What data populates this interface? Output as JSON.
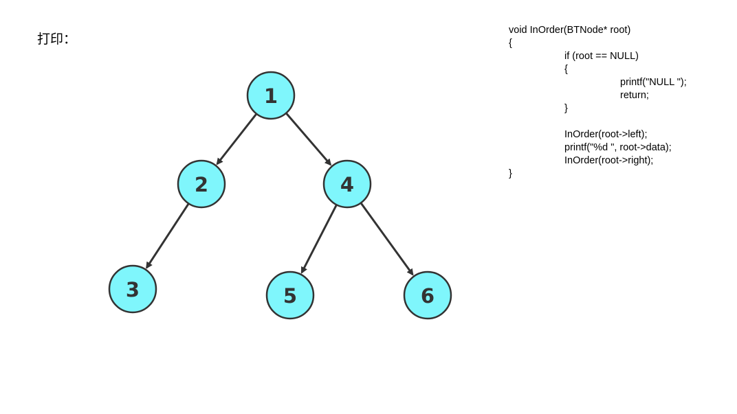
{
  "label": "打印：",
  "colors": {
    "node_fill": "#7ff6fc",
    "node_stroke": "#333333",
    "edge": "#333333",
    "text": "#333333"
  },
  "tree": {
    "nodes": [
      {
        "id": "n1",
        "label": "1"
      },
      {
        "id": "n2",
        "label": "2"
      },
      {
        "id": "n4",
        "label": "4"
      },
      {
        "id": "n3",
        "label": "3"
      },
      {
        "id": "n5",
        "label": "5"
      },
      {
        "id": "n6",
        "label": "6"
      }
    ],
    "edges": [
      {
        "from": "n1",
        "to": "n2"
      },
      {
        "from": "n1",
        "to": "n4"
      },
      {
        "from": "n2",
        "to": "n3"
      },
      {
        "from": "n4",
        "to": "n5"
      },
      {
        "from": "n4",
        "to": "n6"
      }
    ]
  },
  "code": {
    "lines": [
      "void InOrder(BTNode* root)",
      "{",
      "if (root == NULL)",
      "{",
      "printf(\"NULL \");",
      "return;",
      "}",
      "",
      "InOrder(root->left);",
      "printf(\"%d \", root->data);",
      "InOrder(root->right);",
      "}"
    ]
  }
}
